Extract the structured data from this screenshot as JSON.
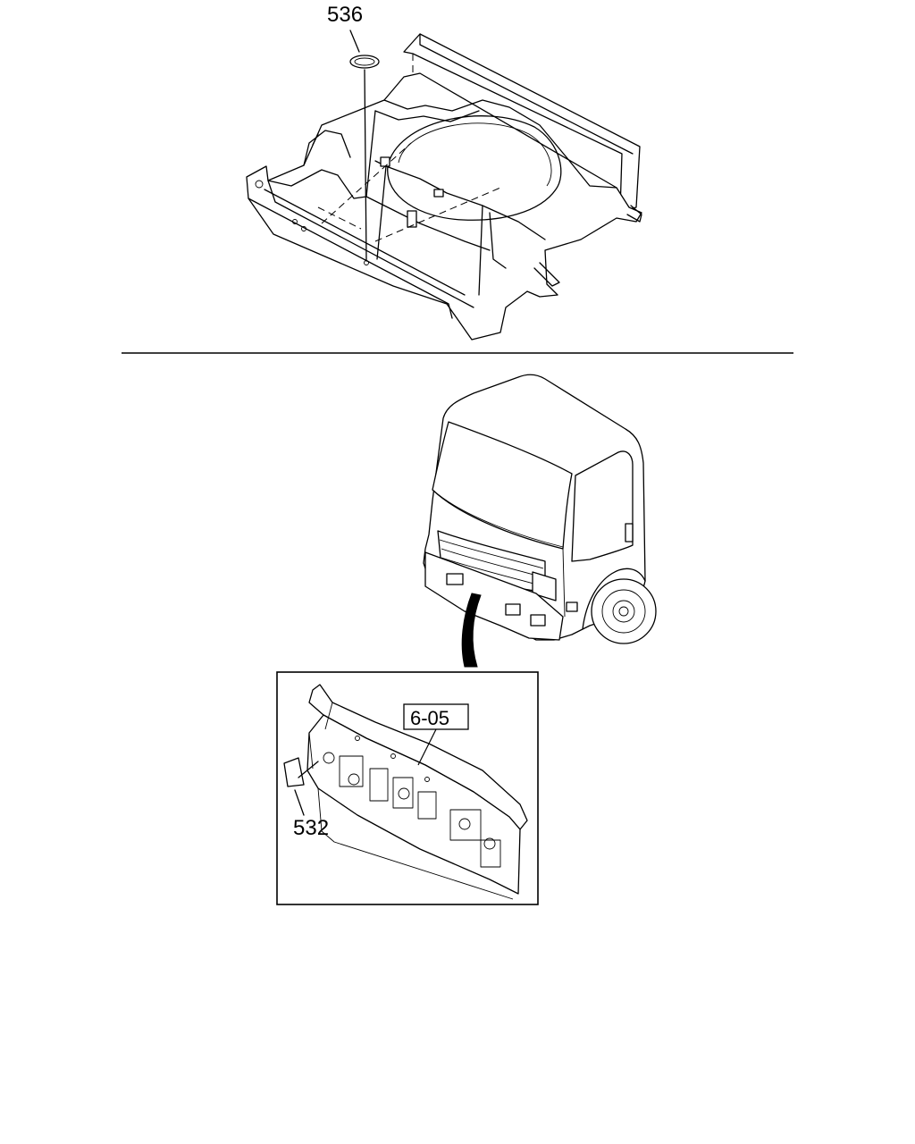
{
  "callouts": {
    "part_536": "536",
    "part_532": "532",
    "ref_605": "6-05"
  }
}
